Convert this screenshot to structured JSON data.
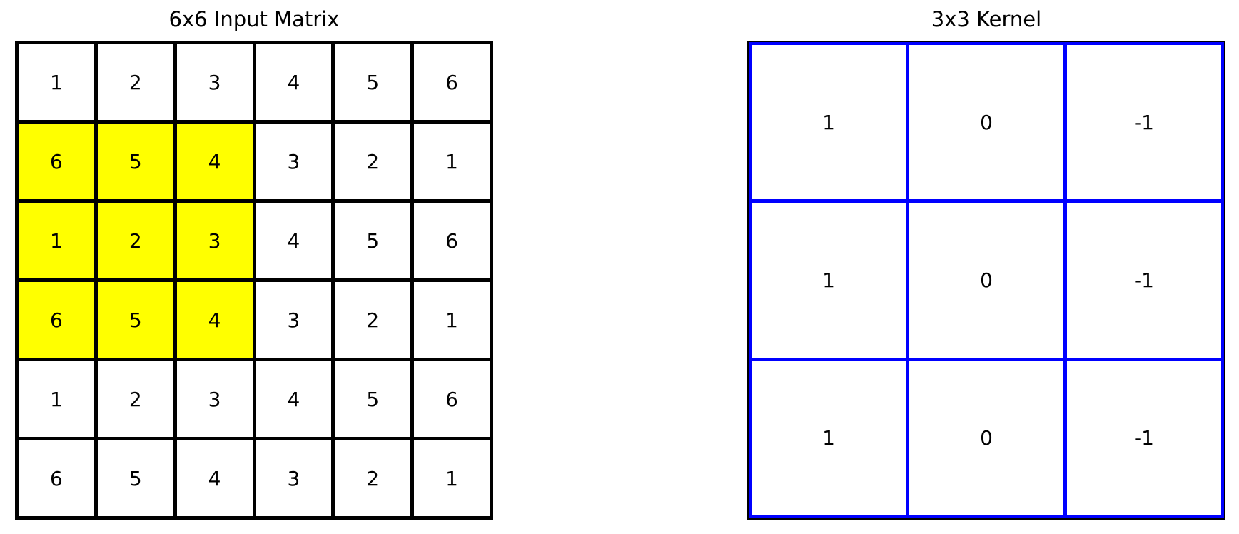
{
  "figure": {
    "background": "#ffffff",
    "text_color": "#000000"
  },
  "input_matrix": {
    "title": "6x6 Input Matrix",
    "rows": [
      [
        1,
        2,
        3,
        4,
        5,
        6
      ],
      [
        6,
        5,
        4,
        3,
        2,
        1
      ],
      [
        1,
        2,
        3,
        4,
        5,
        6
      ],
      [
        6,
        5,
        4,
        3,
        2,
        1
      ],
      [
        1,
        2,
        3,
        4,
        5,
        6
      ],
      [
        6,
        5,
        4,
        3,
        2,
        1
      ]
    ],
    "grid_color": "#000000",
    "cell_bg": "#ffffff",
    "highlight": {
      "rows": [
        1,
        2,
        3
      ],
      "cols": [
        0,
        1,
        2
      ],
      "color": "#ffff00"
    }
  },
  "kernel": {
    "title": "3x3 Kernel",
    "rows": [
      [
        1,
        0,
        -1
      ],
      [
        1,
        0,
        -1
      ],
      [
        1,
        0,
        -1
      ]
    ],
    "grid_color": "#0000ff",
    "outer_border_color": "#000000",
    "cell_bg": "#ffffff"
  },
  "chart_data": [
    {
      "type": "table",
      "title": "6x6 Input Matrix",
      "values": [
        [
          1,
          2,
          3,
          4,
          5,
          6
        ],
        [
          6,
          5,
          4,
          3,
          2,
          1
        ],
        [
          1,
          2,
          3,
          4,
          5,
          6
        ],
        [
          6,
          5,
          4,
          3,
          2,
          1
        ],
        [
          1,
          2,
          3,
          4,
          5,
          6
        ],
        [
          6,
          5,
          4,
          3,
          2,
          1
        ]
      ],
      "highlighted_cells": "rows 1-3, cols 0-2 (zero-indexed) in yellow",
      "grid_color": "#000000"
    },
    {
      "type": "table",
      "title": "3x3 Kernel",
      "values": [
        [
          1,
          0,
          -1
        ],
        [
          1,
          0,
          -1
        ],
        [
          1,
          0,
          -1
        ]
      ],
      "grid_color": "#0000ff"
    }
  ]
}
